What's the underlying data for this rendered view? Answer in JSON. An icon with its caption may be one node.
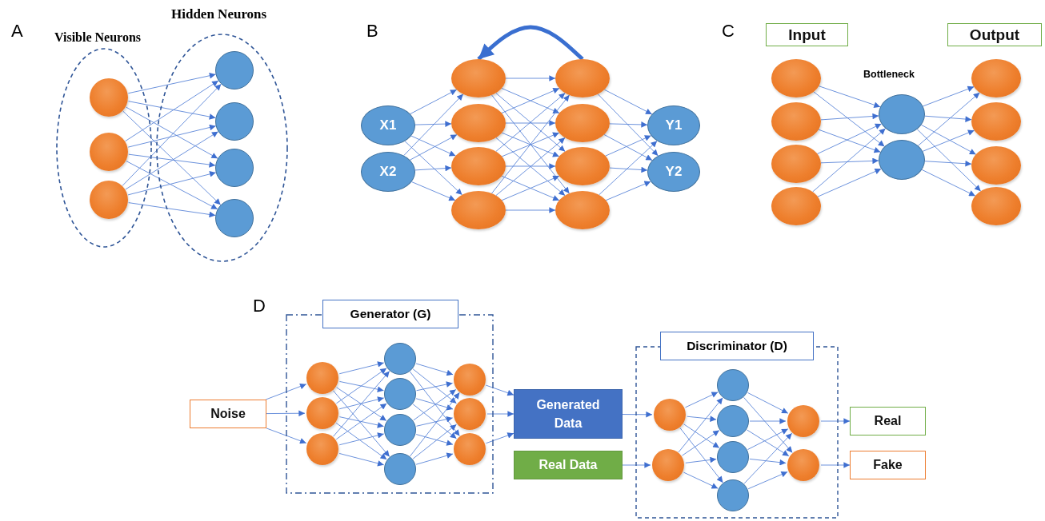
{
  "diagram": {
    "nodes": [
      {
        "text": [
          "Visible Neurons"
        ]
      },
      {
        "text": [],
        "shape": "circle",
        "in": 0
      },
      {
        "text": [],
        "shape": "circle",
        "in": 0
      },
      {
        "text": [],
        "shape": "circle",
        "in": 0
      },
      {
        "text": [
          "Hidden Neurons"
        ]
      },
      {
        "text": [],
        "shape": "circle",
        "in": 4
      },
      {
        "text": [],
        "shape": "circle",
        "in": 4
      },
      {
        "text": [],
        "shape": "circle",
        "in": 4
      },
      {
        "text": [],
        "shape": "circle",
        "in": 4
      },
      {
        "text": [
          "X1"
        ]
      },
      {
        "text": [
          "X2"
        ]
      },
      {
        "text": [],
        "shape": "ellipse"
      },
      {
        "text": [],
        "shape": "ellipse"
      },
      {
        "text": [],
        "shape": "ellipse"
      },
      {
        "text": [],
        "shape": "ellipse"
      },
      {
        "text": [],
        "shape": "ellipse"
      },
      {
        "text": [],
        "shape": "ellipse"
      },
      {
        "text": [],
        "shape": "ellipse"
      },
      {
        "text": [],
        "shape": "ellipse"
      },
      {
        "text": [
          "Y1"
        ]
      },
      {
        "text": [
          "Y2"
        ]
      },
      {
        "text": [
          "Input"
        ]
      },
      {
        "text": [
          "Output"
        ]
      },
      {
        "text": [],
        "shape": "ellipse"
      },
      {
        "text": [],
        "shape": "ellipse"
      },
      {
        "text": [],
        "shape": "ellipse"
      },
      {
        "text": [],
        "shape": "ellipse"
      },
      {
        "text": [],
        "shape": "ellipse"
      },
      {
        "text": [],
        "shape": "ellipse"
      },
      {
        "text": [],
        "shape": "ellipse"
      },
      {
        "text": [],
        "shape": "ellipse"
      },
      {
        "text": [],
        "shape": "ellipse"
      },
      {
        "text": [],
        "shape": "ellipse"
      },
      {
        "text": [
          "Generator (G)"
        ]
      },
      {
        "text": [
          "Noise"
        ]
      },
      {
        "text": [],
        "shape": "circle",
        "in": 33
      },
      {
        "text": [],
        "shape": "circle",
        "in": 33
      },
      {
        "text": [],
        "shape": "circle",
        "in": 33
      },
      {
        "text": [],
        "shape": "circle",
        "in": 33
      },
      {
        "text": [],
        "shape": "circle",
        "in": 33
      },
      {
        "text": [],
        "shape": "circle",
        "in": 33
      },
      {
        "text": [],
        "shape": "circle",
        "in": 33
      },
      {
        "text": [],
        "shape": "circle",
        "in": 33
      },
      {
        "text": [],
        "shape": "circle",
        "in": 33
      },
      {
        "text": [],
        "shape": "circle",
        "in": 33
      },
      {
        "text": [
          "Generated Data"
        ]
      },
      {
        "text": [
          "Real Data"
        ]
      },
      {
        "text": [
          "Discriminator (D)"
        ]
      },
      {
        "text": [],
        "shape": "circle",
        "in": 47
      },
      {
        "text": [],
        "shape": "circle",
        "in": 47
      },
      {
        "text": [],
        "shape": "circle",
        "in": 47
      },
      {
        "text": [],
        "shape": "circle",
        "in": 47
      },
      {
        "text": [],
        "shape": "circle",
        "in": 47
      },
      {
        "text": [],
        "shape": "circle",
        "in": 47
      },
      {
        "text": [],
        "shape": "circle",
        "in": 47
      },
      {
        "text": [],
        "shape": "circle",
        "in": 47
      },
      {
        "text": [
          "Real"
        ]
      },
      {
        "text": [
          "Fake"
        ]
      }
    ],
    "edges": [
      {
        "from": 1,
        "to": 5,
        "arrow": "to"
      },
      {
        "from": 1,
        "to": 6,
        "arrow": "to"
      },
      {
        "from": 1,
        "to": 7,
        "arrow": "to"
      },
      {
        "from": 1,
        "to": 8,
        "arrow": "to"
      },
      {
        "from": 2,
        "to": 5,
        "arrow": "to"
      },
      {
        "from": 2,
        "to": 6,
        "arrow": "to"
      },
      {
        "from": 2,
        "to": 7,
        "arrow": "to"
      },
      {
        "from": 2,
        "to": 8,
        "arrow": "to"
      },
      {
        "from": 3,
        "to": 5,
        "arrow": "to"
      },
      {
        "from": 3,
        "to": 6,
        "arrow": "to"
      },
      {
        "from": 3,
        "to": 7,
        "arrow": "to"
      },
      {
        "from": 3,
        "to": 8,
        "arrow": "to"
      },
      {
        "from": 9,
        "to": 11,
        "arrow": "to"
      },
      {
        "from": 9,
        "to": 12,
        "arrow": "to"
      },
      {
        "from": 9,
        "to": 13,
        "arrow": "to"
      },
      {
        "from": 9,
        "to": 14,
        "arrow": "to"
      },
      {
        "from": 10,
        "to": 11,
        "arrow": "to"
      },
      {
        "from": 10,
        "to": 12,
        "arrow": "to"
      },
      {
        "from": 10,
        "to": 13,
        "arrow": "to"
      },
      {
        "from": 10,
        "to": 14,
        "arrow": "to"
      },
      {
        "from": 11,
        "to": 15,
        "arrow": "to"
      },
      {
        "from": 11,
        "to": 16,
        "arrow": "to"
      },
      {
        "from": 11,
        "to": 17,
        "arrow": "to"
      },
      {
        "from": 11,
        "to": 18,
        "arrow": "to"
      },
      {
        "from": 12,
        "to": 15,
        "arrow": "to"
      },
      {
        "from": 12,
        "to": 16,
        "arrow": "to"
      },
      {
        "from": 12,
        "to": 17,
        "arrow": "to"
      },
      {
        "from": 12,
        "to": 18,
        "arrow": "to"
      },
      {
        "from": 13,
        "to": 15,
        "arrow": "to"
      },
      {
        "from": 13,
        "to": 16,
        "arrow": "to"
      },
      {
        "from": 13,
        "to": 17,
        "arrow": "to"
      },
      {
        "from": 13,
        "to": 18,
        "arrow": "to"
      },
      {
        "from": 14,
        "to": 15,
        "arrow": "to"
      },
      {
        "from": 14,
        "to": 16,
        "arrow": "to"
      },
      {
        "from": 14,
        "to": 17,
        "arrow": "to"
      },
      {
        "from": 14,
        "to": 18,
        "arrow": "to"
      },
      {
        "from": 15,
        "to": 19,
        "arrow": "to"
      },
      {
        "from": 15,
        "to": 20,
        "arrow": "to"
      },
      {
        "from": 16,
        "to": 19,
        "arrow": "to"
      },
      {
        "from": 16,
        "to": 20,
        "arrow": "to"
      },
      {
        "from": 17,
        "to": 19,
        "arrow": "to"
      },
      {
        "from": 17,
        "to": 20,
        "arrow": "to"
      },
      {
        "from": 18,
        "to": 19,
        "arrow": "to"
      },
      {
        "from": 18,
        "to": 20,
        "arrow": "to"
      },
      {
        "from": 15,
        "to": 11,
        "arrow": "to",
        "style": "thick"
      },
      {
        "from": 23,
        "to": 27,
        "arrow": "to"
      },
      {
        "from": 23,
        "to": 28,
        "arrow": "to"
      },
      {
        "from": 24,
        "to": 27,
        "arrow": "to"
      },
      {
        "from": 24,
        "to": 28,
        "arrow": "to"
      },
      {
        "from": 25,
        "to": 27,
        "arrow": "to"
      },
      {
        "from": 25,
        "to": 28,
        "arrow": "to"
      },
      {
        "from": 26,
        "to": 27,
        "arrow": "to"
      },
      {
        "from": 26,
        "to": 28,
        "arrow": "to"
      },
      {
        "from": 27,
        "to": 29,
        "arrow": "to"
      },
      {
        "from": 27,
        "to": 30,
        "arrow": "to"
      },
      {
        "from": 27,
        "to": 31,
        "arrow": "to"
      },
      {
        "from": 27,
        "to": 32,
        "arrow": "to"
      },
      {
        "from": 28,
        "to": 29,
        "arrow": "to"
      },
      {
        "from": 28,
        "to": 30,
        "arrow": "to"
      },
      {
        "from": 28,
        "to": 31,
        "arrow": "to"
      },
      {
        "from": 28,
        "to": 32,
        "arrow": "to"
      },
      {
        "from": 34,
        "to": 35,
        "arrow": "to"
      },
      {
        "from": 34,
        "to": 36,
        "arrow": "to"
      },
      {
        "from": 34,
        "to": 37,
        "arrow": "to"
      },
      {
        "from": 35,
        "to": 38,
        "arrow": "to"
      },
      {
        "from": 35,
        "to": 39,
        "arrow": "to"
      },
      {
        "from": 35,
        "to": 40,
        "arrow": "to"
      },
      {
        "from": 35,
        "to": 41,
        "arrow": "to"
      },
      {
        "from": 36,
        "to": 38,
        "arrow": "to"
      },
      {
        "from": 36,
        "to": 39,
        "arrow": "to"
      },
      {
        "from": 36,
        "to": 40,
        "arrow": "to"
      },
      {
        "from": 36,
        "to": 41,
        "arrow": "to"
      },
      {
        "from": 37,
        "to": 38,
        "arrow": "to"
      },
      {
        "from": 37,
        "to": 39,
        "arrow": "to"
      },
      {
        "from": 37,
        "to": 40,
        "arrow": "to"
      },
      {
        "from": 37,
        "to": 41,
        "arrow": "to"
      },
      {
        "from": 38,
        "to": 42,
        "arrow": "to"
      },
      {
        "from": 38,
        "to": 43,
        "arrow": "to"
      },
      {
        "from": 38,
        "to": 44,
        "arrow": "to"
      },
      {
        "from": 39,
        "to": 42,
        "arrow": "to"
      },
      {
        "from": 39,
        "to": 43,
        "arrow": "to"
      },
      {
        "from": 39,
        "to": 44,
        "arrow": "to"
      },
      {
        "from": 40,
        "to": 42,
        "arrow": "to"
      },
      {
        "from": 40,
        "to": 43,
        "arrow": "to"
      },
      {
        "from": 40,
        "to": 44,
        "arrow": "to"
      },
      {
        "from": 41,
        "to": 42,
        "arrow": "to"
      },
      {
        "from": 41,
        "to": 43,
        "arrow": "to"
      },
      {
        "from": 41,
        "to": 44,
        "arrow": "to"
      },
      {
        "from": 42,
        "to": 45,
        "arrow": "to"
      },
      {
        "from": 43,
        "to": 45,
        "arrow": "to"
      },
      {
        "from": 44,
        "to": 45,
        "arrow": "to"
      },
      {
        "from": 45,
        "to": 48,
        "arrow": "to"
      },
      {
        "from": 46,
        "to": 49,
        "arrow": "to"
      },
      {
        "from": 48,
        "to": 50,
        "arrow": "to"
      },
      {
        "from": 48,
        "to": 51,
        "arrow": "to"
      },
      {
        "from": 48,
        "to": 52,
        "arrow": "to"
      },
      {
        "from": 48,
        "to": 53,
        "arrow": "to"
      },
      {
        "from": 49,
        "to": 50,
        "arrow": "to"
      },
      {
        "from": 49,
        "to": 51,
        "arrow": "to"
      },
      {
        "from": 49,
        "to": 52,
        "arrow": "to"
      },
      {
        "from": 49,
        "to": 53,
        "arrow": "to"
      },
      {
        "from": 50,
        "to": 54,
        "arrow": "to"
      },
      {
        "from": 50,
        "to": 55,
        "arrow": "to"
      },
      {
        "from": 51,
        "to": 54,
        "arrow": "to"
      },
      {
        "from": 51,
        "to": 55,
        "arrow": "to"
      },
      {
        "from": 52,
        "to": 54,
        "arrow": "to"
      },
      {
        "from": 52,
        "to": 55,
        "arrow": "to"
      },
      {
        "from": 53,
        "to": 54,
        "arrow": "to"
      },
      {
        "from": 53,
        "to": 55,
        "arrow": "to"
      },
      {
        "from": 54,
        "to": 56,
        "arrow": "to"
      },
      {
        "from": 55,
        "to": 57,
        "arrow": "to"
      }
    ],
    "labels": [
      "A",
      "B",
      "C",
      "Bottleneck",
      "D"
    ]
  }
}
